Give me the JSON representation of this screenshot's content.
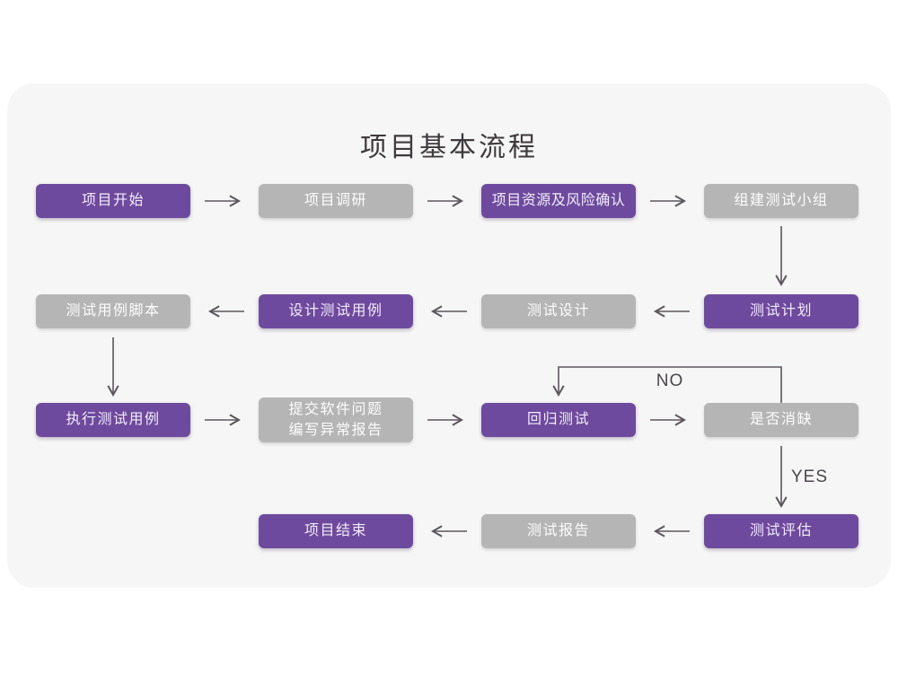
{
  "title": "项目基本流程",
  "flow": {
    "nodes": [
      {
        "id": "project-start",
        "label": "项目开始",
        "style": "primary"
      },
      {
        "id": "project-research",
        "label": "项目调研",
        "style": "secondary"
      },
      {
        "id": "risk-confirm",
        "label": "项目资源及风险确认",
        "style": "primary"
      },
      {
        "id": "build-team",
        "label": "组建测试小组",
        "style": "secondary"
      },
      {
        "id": "test-plan",
        "label": "测试计划",
        "style": "primary"
      },
      {
        "id": "test-design",
        "label": "测试设计",
        "style": "secondary"
      },
      {
        "id": "design-cases",
        "label": "设计测试用例",
        "style": "primary"
      },
      {
        "id": "case-scripts",
        "label": "测试用例脚本",
        "style": "secondary"
      },
      {
        "id": "execute-cases",
        "label": "执行测试用例",
        "style": "primary"
      },
      {
        "id": "submit-issues",
        "label": "提交软件问题\n编写异常报告",
        "style": "secondary"
      },
      {
        "id": "regression-test",
        "label": "回归测试",
        "style": "primary"
      },
      {
        "id": "defect-cleared",
        "label": "是否消缺",
        "style": "secondary"
      },
      {
        "id": "test-evaluate",
        "label": "测试评估",
        "style": "primary"
      },
      {
        "id": "test-report",
        "label": "测试报告",
        "style": "secondary"
      },
      {
        "id": "project-end",
        "label": "项目结束",
        "style": "primary"
      }
    ],
    "edge_labels": {
      "no": "NO",
      "yes": "YES"
    }
  },
  "colors": {
    "primary_box": "#6e4a9e",
    "secondary_box": "#b6b5b6",
    "canvas": "#f6f6f6",
    "page_background": "#ffffff",
    "arrow": "#5b575c",
    "title_text": "#3d393c",
    "box_text": "#ffffff"
  }
}
